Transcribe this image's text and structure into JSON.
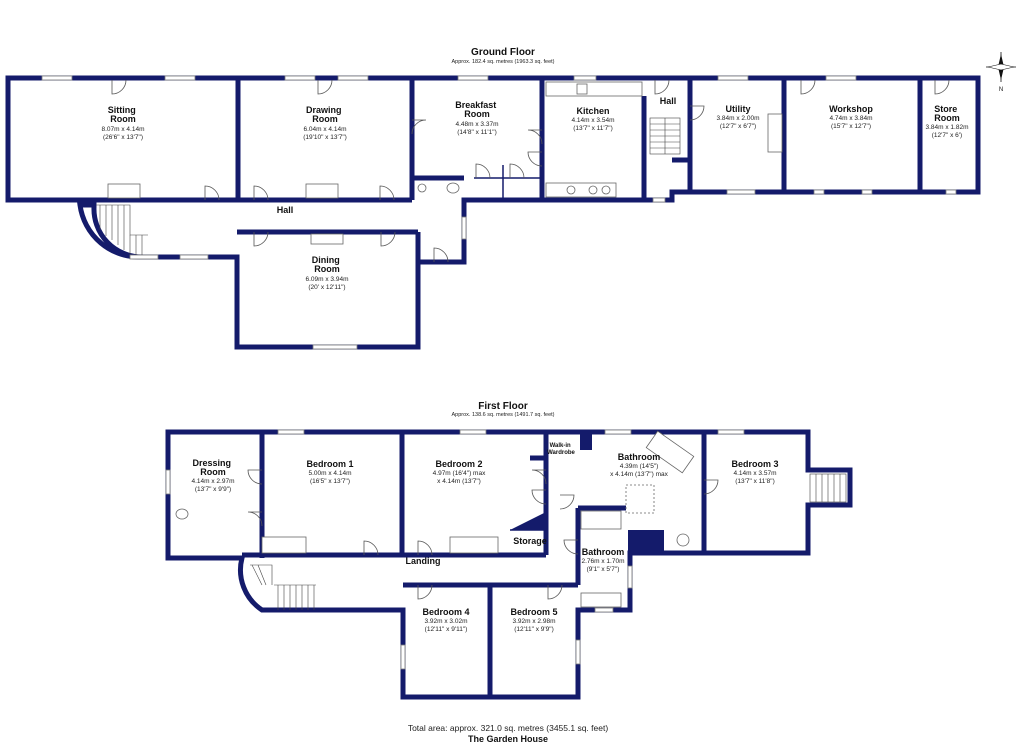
{
  "ground_floor": {
    "title": "Ground Floor",
    "area": "Approx. 182.4 sq. metres (1963.3 sq. feet)",
    "rooms": [
      {
        "name": "Sitting\nRoom",
        "dim_m": "8.07m x 4.14m",
        "dim_ft": "(26'6\" x 13'7\")"
      },
      {
        "name": "Drawing\nRoom",
        "dim_m": "6.04m x 4.14m",
        "dim_ft": "(19'10\" x 13'7\")"
      },
      {
        "name": "Breakfast\nRoom",
        "dim_m": "4.48m x 3.37m",
        "dim_ft": "(14'8\" x 11'1\")"
      },
      {
        "name": "Kitchen",
        "dim_m": "4.14m x 3.54m",
        "dim_ft": "(13'7\" x 11'7\")"
      },
      {
        "name": "Hall",
        "dim_m": "",
        "dim_ft": ""
      },
      {
        "name": "Utility",
        "dim_m": "3.84m x 2.00m",
        "dim_ft": "(12'7\" x 6'7\")"
      },
      {
        "name": "Workshop",
        "dim_m": "4.74m x 3.84m",
        "dim_ft": "(15'7\" x 12'7\")"
      },
      {
        "name": "Store\nRoom",
        "dim_m": "3.84m x 1.82m",
        "dim_ft": "(12'7\" x 6')"
      },
      {
        "name": "Hall",
        "dim_m": "",
        "dim_ft": ""
      },
      {
        "name": "Dining\nRoom",
        "dim_m": "6.09m x 3.94m",
        "dim_ft": "(20' x 12'11\")"
      }
    ]
  },
  "first_floor": {
    "title": "First Floor",
    "area": "Approx. 138.6 sq. metres (1491.7 sq. feet)",
    "rooms": [
      {
        "name": "Dressing\nRoom",
        "dim_m": "4.14m x 2.97m",
        "dim_ft": "(13'7\" x 9'9\")"
      },
      {
        "name": "Bedroom 1",
        "dim_m": "5.00m x 4.14m",
        "dim_ft": "(16'5\" x 13'7\")"
      },
      {
        "name": "Bedroom 2",
        "dim_m": "4.97m (16'4\") max",
        "dim_ft": "x 4.14m (13'7\")"
      },
      {
        "name": "Walk-in\nWardrobe",
        "dim_m": "",
        "dim_ft": ""
      },
      {
        "name": "Bathroom",
        "dim_m": "4.39m (14'5\")",
        "dim_ft": "x 4.14m (13'7\") max"
      },
      {
        "name": "Bedroom 3",
        "dim_m": "4.14m x 3.57m",
        "dim_ft": "(13'7\" x 11'8\")"
      },
      {
        "name": "Storage",
        "dim_m": "",
        "dim_ft": ""
      },
      {
        "name": "Bathroom",
        "dim_m": "2.76m x 1.70m",
        "dim_ft": "(9'1\" x 5'7\")"
      },
      {
        "name": "Landing",
        "dim_m": "",
        "dim_ft": ""
      },
      {
        "name": "Bedroom 4",
        "dim_m": "3.92m x 3.02m",
        "dim_ft": "(12'11\" x 9'11\")"
      },
      {
        "name": "Bedroom 5",
        "dim_m": "3.92m x 2.98m",
        "dim_ft": "(12'11\" x 9'9\")"
      }
    ]
  },
  "compass": {
    "label": "N",
    "icon": "compass-icon"
  },
  "footer": {
    "total": "Total area: approx. 321.0 sq. metres (3455.1 sq. feet)",
    "property_name": "The Garden House"
  },
  "colors": {
    "wall": "#141b6b"
  }
}
